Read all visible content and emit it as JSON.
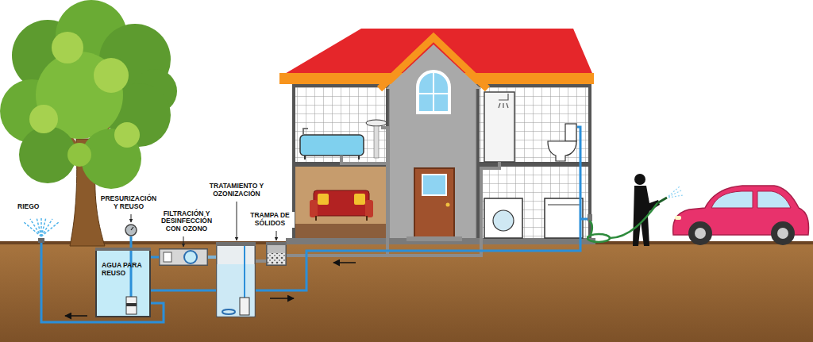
{
  "diagram": {
    "nodes": [
      {
        "text": [
          "PRESURIZACIÓN Y REUSO"
        ]
      },
      {
        "text": [
          "AGUA PARA REUSO"
        ]
      },
      {
        "text": [
          "FILTRACIÓN Y DESINFECCIÓN CON OZONO"
        ]
      },
      {
        "text": [
          "TRATAMIENTO Y OZONIZACIÓN"
        ]
      },
      {
        "text": [
          "TRAMPA DE SÓLIDOS"
        ]
      }
    ],
    "edges": [
      {
        "from": 4,
        "to": 3,
        "arrow": "none"
      },
      {
        "from": 3,
        "to": 2,
        "arrow": "none"
      },
      {
        "from": 2,
        "to": 1,
        "arrow": "none"
      },
      {
        "from": 1,
        "to": 0,
        "arrow": "none"
      }
    ],
    "labels": [
      "RIEGO"
    ]
  }
}
